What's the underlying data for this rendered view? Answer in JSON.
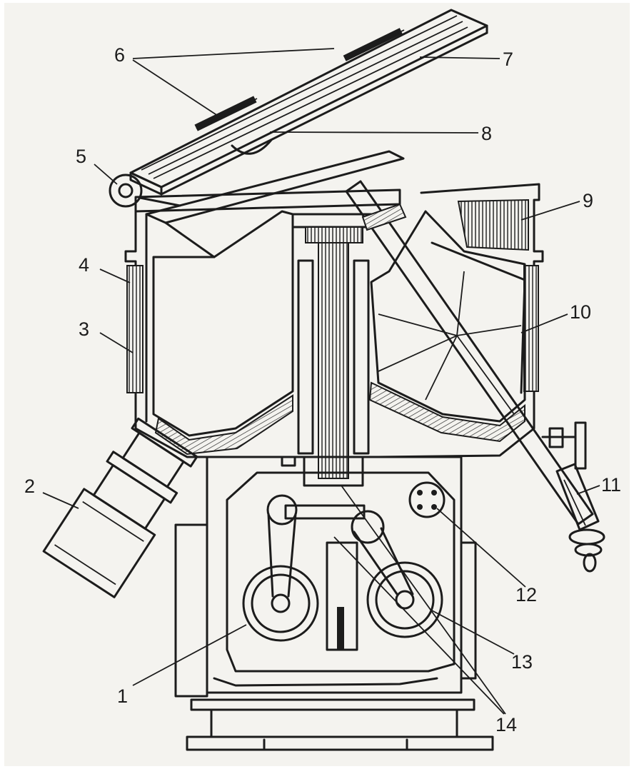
{
  "diagram": {
    "callouts": [
      {
        "id": "1",
        "label": "1"
      },
      {
        "id": "2",
        "label": "2"
      },
      {
        "id": "3",
        "label": "3"
      },
      {
        "id": "4",
        "label": "4"
      },
      {
        "id": "5",
        "label": "5"
      },
      {
        "id": "6",
        "label": "6"
      },
      {
        "id": "7",
        "label": "7"
      },
      {
        "id": "8",
        "label": "8"
      },
      {
        "id": "9",
        "label": "9"
      },
      {
        "id": "10",
        "label": "10"
      },
      {
        "id": "11",
        "label": "11"
      },
      {
        "id": "12",
        "label": "12"
      },
      {
        "id": "13",
        "label": "13"
      },
      {
        "id": "14",
        "label": "14"
      }
    ],
    "colors": {
      "ink": "#1c1c1c",
      "paper": "#f4f3ef"
    }
  }
}
